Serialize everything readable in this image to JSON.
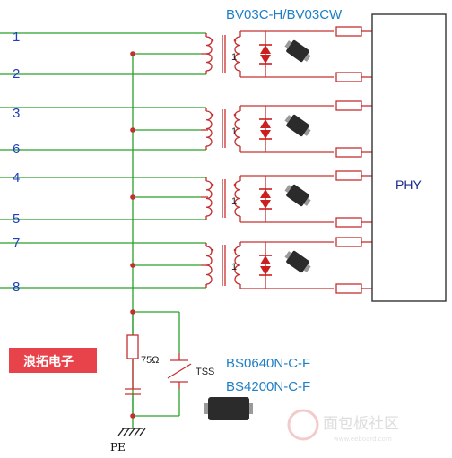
{
  "diagram": {
    "diode_part": "BV03C-H/BV03CW",
    "phy_label": "PHY",
    "pins": [
      "1",
      "2",
      "3",
      "6",
      "4",
      "5",
      "7",
      "8"
    ],
    "turns_ratio": "1",
    "resistor_value": "75Ω",
    "tss_label": "TSS",
    "tss_parts": [
      "BS0640N-C-F",
      "BS4200N-C-F"
    ],
    "ground_label": "PE",
    "brand_label": "浪拓电子",
    "watermark_text": "面包板社区",
    "watermark_url": "www.eeboard.com"
  },
  "colors": {
    "wire": "#2aa02a",
    "component": "#c43030",
    "diode_fill": "#cc1f1f",
    "pin_text": "#1f3fbf",
    "part_text": "#1e7fc4",
    "brand_bg": "#e8434a"
  }
}
